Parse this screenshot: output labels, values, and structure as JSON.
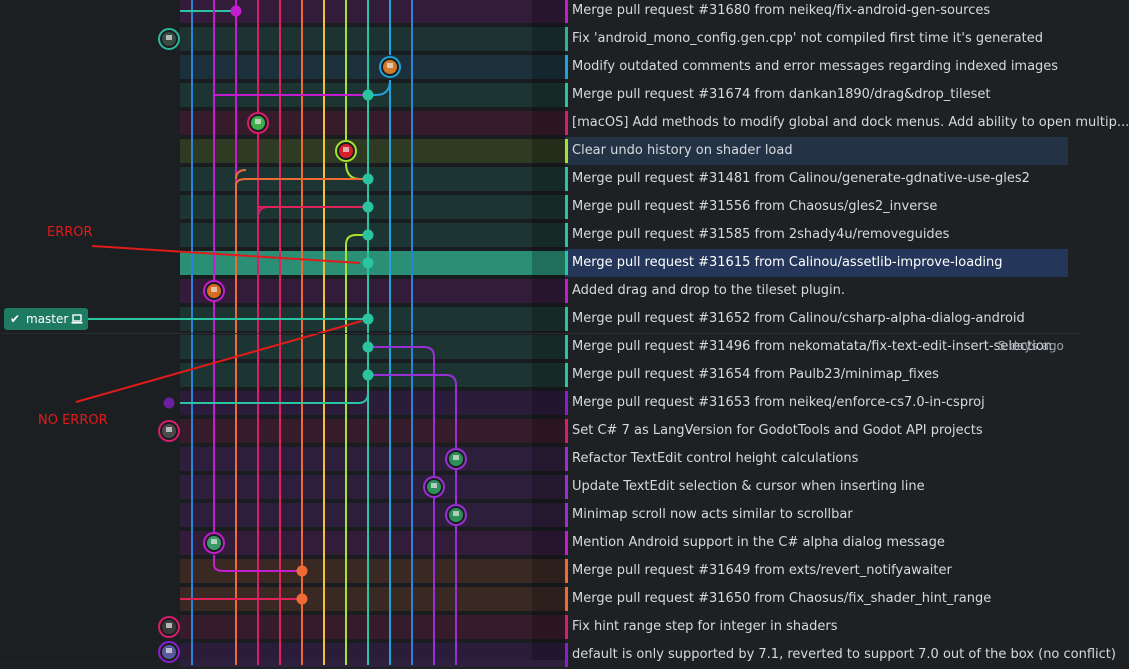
{
  "branch": {
    "name": "master",
    "check_icon": "checkmark-icon",
    "computer_icon": "laptop-icon",
    "color": "#1f7a62"
  },
  "timestamp": "5 days ago",
  "annotations": {
    "error": "ERROR",
    "no_error": "NO ERROR",
    "color": "#e01b1b"
  },
  "commits": [
    {
      "message": "Merge pull request #31680 from neikeq/fix-android-gen-sources",
      "color": "#c21ecf"
    },
    {
      "message": "Fix 'android_mono_config.gen.cpp' not compiled first time it's generated",
      "color": "#2bb59a"
    },
    {
      "message": "Modify outdated comments and error messages regarding indexed images",
      "color": "#1fa2d6"
    },
    {
      "message": "Merge pull request #31674 from dankan1890/drag&drop_tileset",
      "color": "#2bc4a0"
    },
    {
      "message": "[macOS] Add methods to modify global and dock menus. Add ability to open multip...",
      "color": "#d91c6b"
    },
    {
      "message": "Clear undo history on shader load",
      "color": "#a6e22e"
    },
    {
      "message": "Merge pull request #31481 from Calinou/generate-gdnative-use-gles2",
      "color": "#2bc4a0"
    },
    {
      "message": "Merge pull request #31556 from Chaosus/gles2_inverse",
      "color": "#2bc4a0"
    },
    {
      "message": "Merge pull request #31585 from 2shady4u/removeguides",
      "color": "#2bc4a0"
    },
    {
      "message": "Merge pull request #31615 from Calinou/assetlib-improve-loading",
      "color": "#2bc4a0"
    },
    {
      "message": "Added drag and drop to the tileset plugin.",
      "color": "#c21ecf"
    },
    {
      "message": "Merge pull request #31652 from Calinou/csharp-alpha-dialog-android",
      "color": "#2bc4a0"
    },
    {
      "message": "Merge pull request #31496 from nekomatata/fix-text-edit-insert-selection",
      "color": "#2bc4a0"
    },
    {
      "message": "Merge pull request #31654 from Paulb23/minimap_fixes",
      "color": "#2bc4a0"
    },
    {
      "message": "Merge pull request #31653 from neikeq/enforce-cs7.0-in-csproj",
      "color": "#8a1fd1"
    },
    {
      "message": "Set C# 7 as LangVersion for GodotTools and Godot API projects",
      "color": "#d91c6b"
    },
    {
      "message": "Refactor TextEdit control height calculations",
      "color": "#9b2fd6"
    },
    {
      "message": "Update TextEdit selection & cursor when inserting line",
      "color": "#9b2fd6"
    },
    {
      "message": "Minimap scroll now acts similar to scrollbar",
      "color": "#9b2fd6"
    },
    {
      "message": "Mention Android support in the C# alpha dialog message",
      "color": "#c21ecf"
    },
    {
      "message": "Merge pull request #31649 from exts/revert_notifyawaiter",
      "color": "#f06a35"
    },
    {
      "message": "Merge pull request #31650 from Chaosus/fix_shader_hint_range",
      "color": "#f06a35"
    },
    {
      "message": "Fix hint range step for integer in shaders",
      "color": "#d91c6b"
    },
    {
      "message": "default is only supported by 7.1, reverted to support 7.0 out of the box (no conflict)",
      "color": "#8a1fd1"
    }
  ]
}
